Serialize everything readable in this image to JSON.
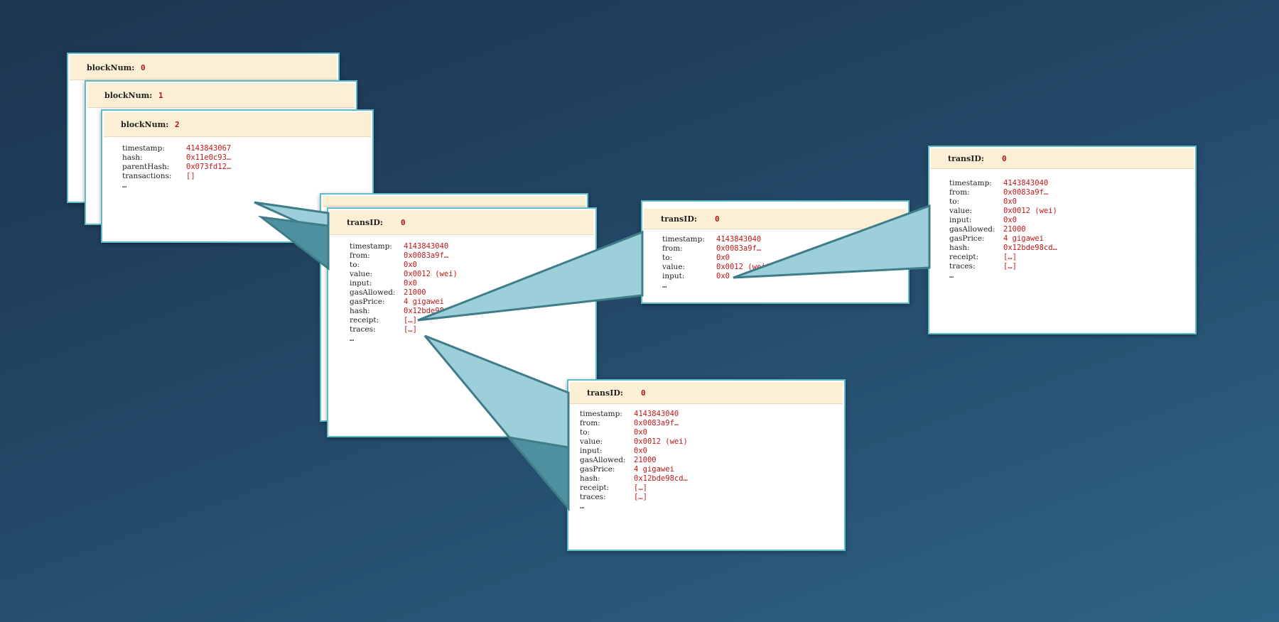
{
  "blocks": [
    {
      "label": "blockNum:",
      "value": "0"
    },
    {
      "label": "blockNum:",
      "value": "1"
    },
    {
      "label": "blockNum:",
      "value": "2",
      "fields": [
        {
          "k": "timestamp:",
          "v": "4143843067"
        },
        {
          "k": "hash:",
          "v": "0x11e0c93…"
        },
        {
          "k": "parentHash:",
          "v": "0x073fd12…"
        },
        {
          "k": "transactions:",
          "v": "[]"
        }
      ],
      "ellipsis": "…"
    }
  ],
  "transactions": {
    "main": {
      "label": "transID:",
      "value": "0",
      "fields": [
        {
          "k": "timestamp:",
          "v": "4143843040"
        },
        {
          "k": "from:",
          "v": "0x0083a9f…"
        },
        {
          "k": "to:",
          "v": "0x0"
        },
        {
          "k": "value:",
          "v": "0x0012 (wei)"
        },
        {
          "k": "input:",
          "v": "0x0"
        },
        {
          "k": "gasAllowed:",
          "v": "21000"
        },
        {
          "k": "gasPrice:",
          "v": "4 gigawei"
        },
        {
          "k": "hash:",
          "v": "0x12bde98cd…"
        },
        {
          "k": "receipt:",
          "v": "[…]"
        },
        {
          "k": "traces:",
          "v": "[…]"
        }
      ],
      "ellipsis": "…"
    },
    "receipt": {
      "label": "transID:",
      "value": "0",
      "fields": [
        {
          "k": "timestamp:",
          "v": "4143843040"
        },
        {
          "k": "from:",
          "v": "0x0083a9f…"
        },
        {
          "k": "to:",
          "v": "0x0"
        },
        {
          "k": "value:",
          "v": "0x0012 (wei)"
        },
        {
          "k": "input:",
          "v": "0x0"
        }
      ],
      "ellipsis": "…"
    },
    "right": {
      "label": "transID:",
      "value": "0",
      "fields": [
        {
          "k": "timestamp:",
          "v": "4143843040"
        },
        {
          "k": "from:",
          "v": "0x0083a9f…"
        },
        {
          "k": "to:",
          "v": "0x0"
        },
        {
          "k": "value:",
          "v": "0x0012 (wei)"
        },
        {
          "k": "input:",
          "v": "0x0"
        },
        {
          "k": "gasAllowed:",
          "v": "21000"
        },
        {
          "k": "gasPrice:",
          "v": "4 gigawei"
        },
        {
          "k": "hash:",
          "v": "0x12bde98cd…"
        },
        {
          "k": "receipt:",
          "v": "[…]"
        },
        {
          "k": "traces:",
          "v": "[…]"
        }
      ],
      "ellipsis": "…"
    },
    "bottom": {
      "label": "transID:",
      "value": "0",
      "fields": [
        {
          "k": "timestamp:",
          "v": "4143843040"
        },
        {
          "k": "from:",
          "v": "0x0083a9f…"
        },
        {
          "k": "to:",
          "v": "0x0"
        },
        {
          "k": "value:",
          "v": "0x0012 (wei)"
        },
        {
          "k": "input:",
          "v": "0x0"
        },
        {
          "k": "gasAllowed:",
          "v": "21000"
        },
        {
          "k": "gasPrice:",
          "v": "4 gigawei"
        },
        {
          "k": "hash:",
          "v": "0x12bde98cd…"
        },
        {
          "k": "receipt:",
          "v": "[…]"
        },
        {
          "k": "traces:",
          "v": "[…]"
        }
      ],
      "ellipsis": "…"
    }
  }
}
